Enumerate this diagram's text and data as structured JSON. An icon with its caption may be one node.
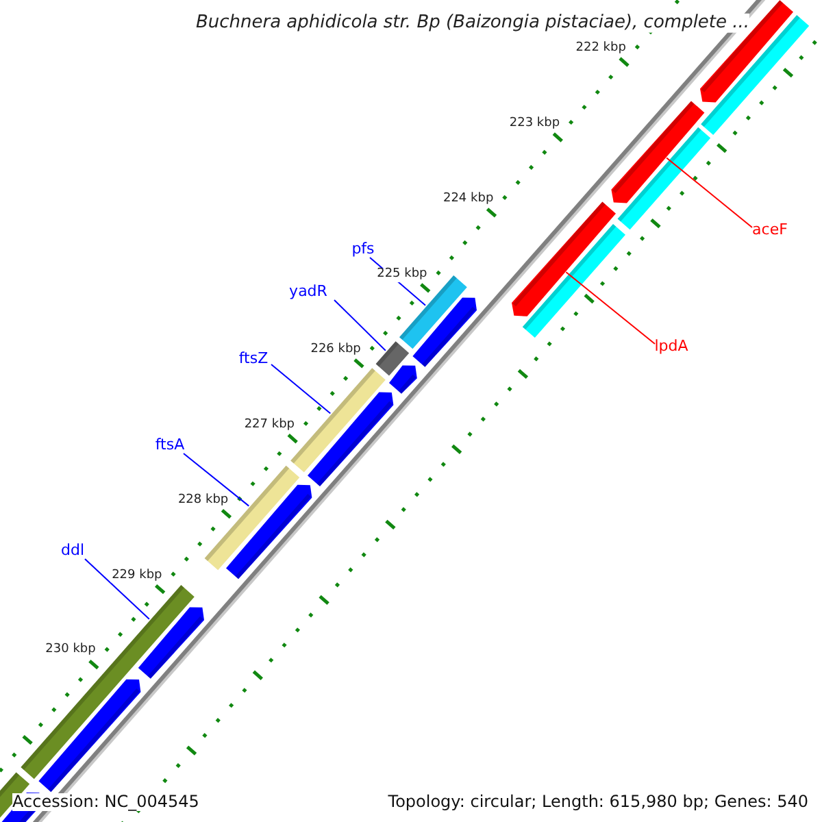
{
  "diagram": {
    "title": "Buchnera aphidicola str. Bp (Baizongia pistaciae), complete ...",
    "nodes": [
      {
        "text": [
          "pfs"
        ]
      },
      {
        "text": [],
        "shape": "bar"
      },
      {
        "text": [
          "yadR"
        ]
      },
      {
        "text": [],
        "shape": "bar"
      },
      {
        "text": [
          "ftsZ"
        ]
      },
      {
        "text": [],
        "shape": "bar"
      },
      {
        "text": [
          "ftsA"
        ]
      },
      {
        "text": [],
        "shape": "bar"
      },
      {
        "text": [
          "ddl"
        ]
      },
      {
        "text": [],
        "shape": "bar"
      },
      {
        "text": [
          "aceF"
        ]
      },
      {
        "text": [],
        "shape": "pentagon"
      },
      {
        "text": [
          "lpdA"
        ]
      },
      {
        "text": [],
        "shape": "pentagon"
      },
      {
        "text": [],
        "shape": "pentagon"
      },
      {
        "text": [],
        "shape": "bar"
      },
      {
        "text": [],
        "shape": "bar"
      },
      {
        "text": [],
        "shape": "bar"
      },
      {
        "text": [],
        "shape": "pentagon"
      },
      {
        "text": [],
        "shape": "pentagon"
      },
      {
        "text": [],
        "shape": "pentagon"
      },
      {
        "text": [],
        "shape": "pentagon"
      },
      {
        "text": [],
        "shape": "pentagon"
      },
      {
        "text": [],
        "shape": "pentagon"
      },
      {
        "text": [],
        "shape": "bar"
      },
      {
        "text": [],
        "shape": "pentagon"
      }
    ],
    "edges": [
      {
        "from": 0,
        "to": 1,
        "arrow": "none"
      },
      {
        "from": 2,
        "to": 3,
        "arrow": "none"
      },
      {
        "from": 4,
        "to": 5,
        "arrow": "none"
      },
      {
        "from": 6,
        "to": 7,
        "arrow": "none"
      },
      {
        "from": 8,
        "to": 9,
        "arrow": "none"
      },
      {
        "from": 10,
        "to": 11,
        "arrow": "none",
        "color": "#ff0000"
      },
      {
        "from": 12,
        "to": 13,
        "arrow": "none",
        "color": "#ff0000"
      }
    ],
    "labels": [
      "222 kbp",
      "223 kbp",
      "224 kbp",
      "225 kbp",
      "226 kbp",
      "227 kbp",
      "228 kbp",
      "229 kbp",
      "230 kbp",
      "Accession: NC_004545",
      "Topology: circular; Length: 615,980 bp; Genes: 540"
    ]
  }
}
